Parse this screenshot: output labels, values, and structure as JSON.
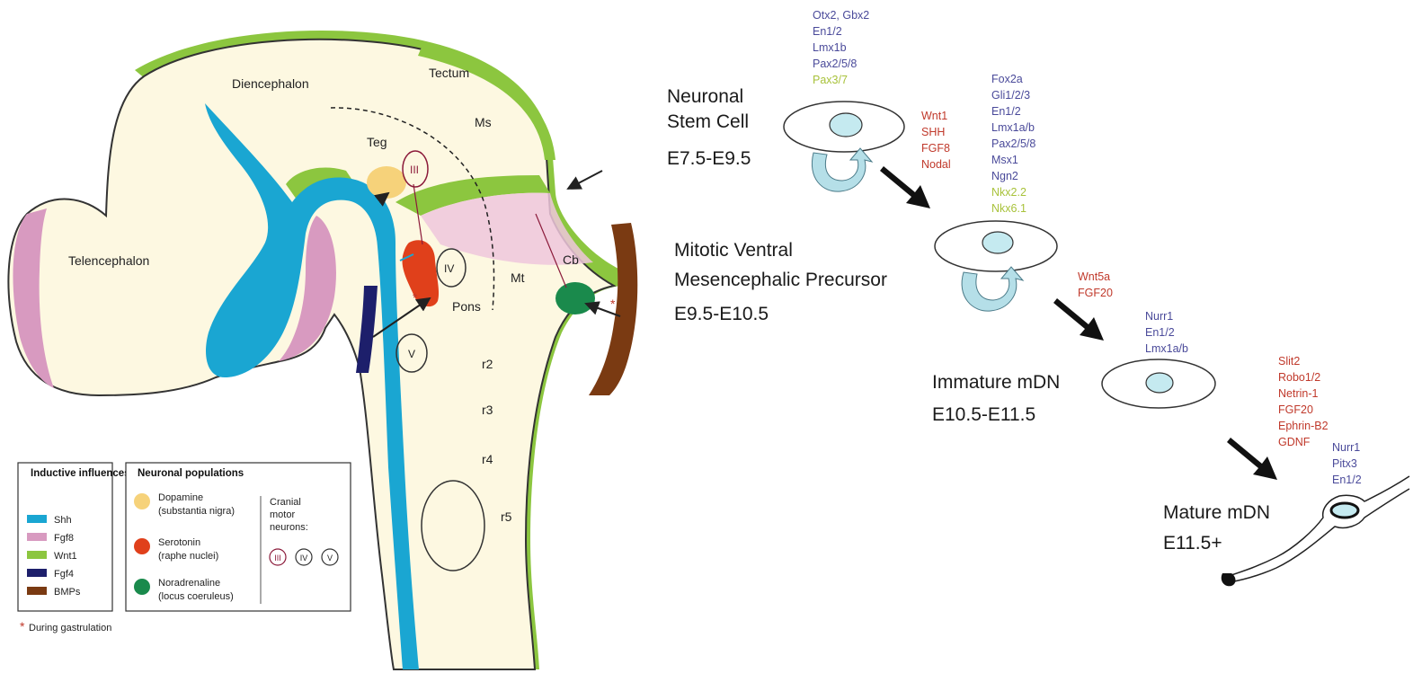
{
  "colors": {
    "shh": "#1aa6d2",
    "fgf8": "#d89ac0",
    "wnt1": "#8cc63f",
    "fgf4": "#1d1f6b",
    "bmps": "#7a3a12",
    "dopamine": "#f6d27a",
    "serotonin": "#e0401b",
    "noradrenaline": "#1a8a4c",
    "brain_fill": "#fdf8e1",
    "blue_gene": "#4a4a9a",
    "red_gene": "#c0392b",
    "green_gene": "#a8c23a"
  },
  "brain": {
    "regions": {
      "diencephalon": "Diencephalon",
      "tectum": "Tectum",
      "teg": "Teg",
      "ms": "Ms",
      "telencephalon": "Telencephalon",
      "mt": "Mt",
      "cb": "Cb",
      "pons": "Pons",
      "r2": "r2",
      "r3": "r3",
      "r4": "r4",
      "r5": "r5"
    },
    "nuclei": {
      "iii": "III",
      "iv": "IV",
      "v": "V"
    }
  },
  "legend": {
    "inductive_title": "Inductive influences",
    "inductive_items": [
      {
        "label": "Shh",
        "color": "#1aa6d2"
      },
      {
        "label": "Fgf8",
        "color": "#d89ac0"
      },
      {
        "label": "Wnt1",
        "color": "#8cc63f"
      },
      {
        "label": "Fgf4",
        "color": "#1d1f6b"
      },
      {
        "label": "BMPs",
        "color": "#7a3a12"
      }
    ],
    "neuronal_title": "Neuronal populations",
    "neuronal_items": [
      {
        "label": "Dopamine",
        "sub": "(substantia nigra)",
        "color": "#f6d27a"
      },
      {
        "label": "Serotonin",
        "sub": "(raphe nuclei)",
        "color": "#e0401b"
      },
      {
        "label": "Noradrenaline",
        "sub": "(locus coeruleus)",
        "color": "#1a8a4c"
      }
    ],
    "cranial_title_lines": [
      "Cranial",
      "motor",
      "neurons:"
    ],
    "cranial_items": [
      "III",
      "IV",
      "V"
    ],
    "footnote_star": "*",
    "footnote": "During gastrulation"
  },
  "stages": [
    {
      "name_lines": [
        "Neuronal",
        "Stem Cell"
      ],
      "time": "E7.5-E9.5",
      "markers": [
        {
          "text": "Otx2, Gbx2",
          "type": "blue"
        },
        {
          "text": "En1/2",
          "type": "blue"
        },
        {
          "text": "Lmx1b",
          "type": "blue"
        },
        {
          "text": "Pax2/5/8",
          "type": "blue"
        },
        {
          "text": "Pax3/7",
          "type": "green"
        }
      ],
      "signals": [
        "Wnt1",
        "SHH",
        "FGF8",
        "Nodal"
      ]
    },
    {
      "name_lines": [
        "Mitotic Ventral",
        "Mesencephalic Precursor"
      ],
      "time": "E9.5-E10.5",
      "markers": [
        {
          "text": "Fox2a",
          "type": "blue"
        },
        {
          "text": "Gli1/2/3",
          "type": "blue"
        },
        {
          "text": "En1/2",
          "type": "blue"
        },
        {
          "text": "Lmx1a/b",
          "type": "blue"
        },
        {
          "text": "Pax2/5/8",
          "type": "blue"
        },
        {
          "text": "Msx1",
          "type": "blue"
        },
        {
          "text": "Ngn2",
          "type": "blue"
        },
        {
          "text": "Nkx2.2",
          "type": "green"
        },
        {
          "text": "Nkx6.1",
          "type": "green"
        }
      ],
      "signals": [
        "Wnt5a",
        "FGF20"
      ]
    },
    {
      "name_lines": [
        "Immature mDN"
      ],
      "time": "E10.5-E11.5",
      "markers": [
        {
          "text": "Nurr1",
          "type": "blue"
        },
        {
          "text": "En1/2",
          "type": "blue"
        },
        {
          "text": "Lmx1a/b",
          "type": "blue"
        }
      ],
      "signals": [
        "Slit2",
        "Robo1/2",
        "Netrin-1",
        "FGF20",
        "Ephrin-B2",
        "GDNF"
      ]
    },
    {
      "name_lines": [
        "Mature mDN"
      ],
      "time": "E11.5+",
      "markers": [
        {
          "text": "Nurr1",
          "type": "blue"
        },
        {
          "text": "Pitx3",
          "type": "blue"
        },
        {
          "text": "En1/2",
          "type": "blue"
        }
      ],
      "signals": []
    }
  ]
}
